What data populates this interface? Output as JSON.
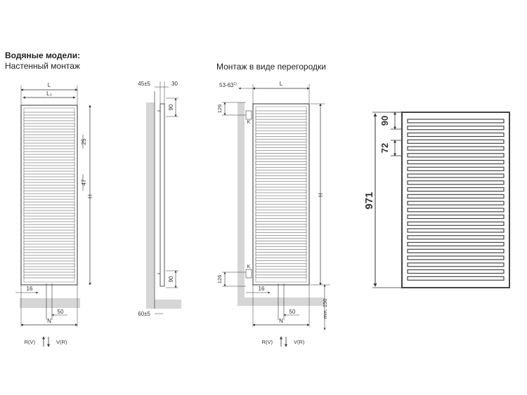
{
  "heading": {
    "title": "Водяные модели:",
    "subtitle_left": "Настенный монтаж",
    "subtitle_right": "Монтаж в виде перегородки"
  },
  "front_view": {
    "width_label": "L",
    "width2_label": "L₃",
    "height_label": "H",
    "gap_25": "25",
    "gap_47": "47",
    "bottom_16": "16",
    "bottom_50": "50",
    "bottom_n": "N",
    "r_label": "R(V)",
    "v_label": "V(R)"
  },
  "side_view": {
    "top_left": "45±5",
    "top_right": "30",
    "dim_90_top": "90",
    "dim_90_bottom": "90",
    "bottom_left": "60±5"
  },
  "partition_view": {
    "top_left": "53-63",
    "top_sup": "1)",
    "width_label": "L",
    "height_label": "H",
    "dim_126_top": "126",
    "dim_126_bottom": "126",
    "k_top": "K",
    "k_bottom": "K",
    "bottom_16": "16",
    "bottom_50": "50",
    "bottom_n": "N",
    "min150": "min. 150",
    "r_label": "R(V)",
    "v_label": "V(R)"
  },
  "big_view": {
    "dim_90": "90",
    "dim_72": "72",
    "dim_971": "971"
  }
}
